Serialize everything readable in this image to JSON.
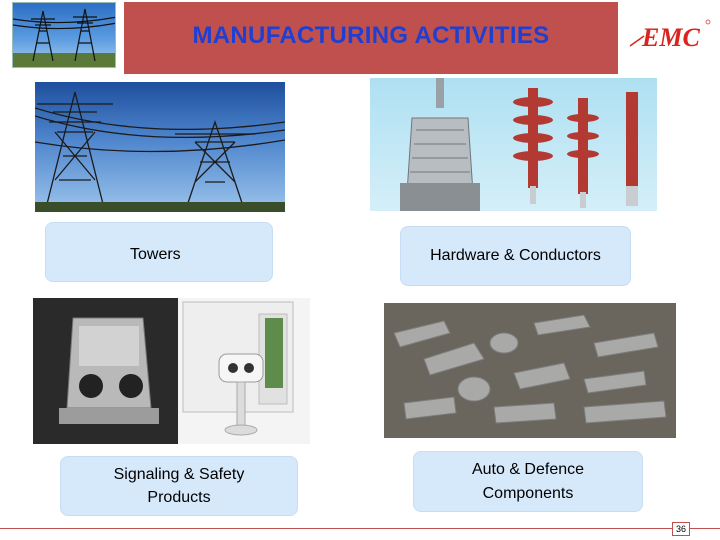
{
  "header": {
    "title": "MANUFACTURING ACTIVITIES",
    "logo_text": "EMC",
    "logo_color": "#d9251d",
    "title_color": "#1f3fd0",
    "band_color": "#c0504d"
  },
  "panels": [
    {
      "id": "towers",
      "caption": "Towers"
    },
    {
      "id": "hardware",
      "caption": "Hardware & Conductors"
    },
    {
      "id": "signal",
      "caption_line1": "Signaling & Safety",
      "caption_line2": "Products"
    },
    {
      "id": "auto",
      "caption_line1": "Auto & Defence",
      "caption_line2": "Components"
    }
  ],
  "footer": {
    "page_number": "36"
  }
}
